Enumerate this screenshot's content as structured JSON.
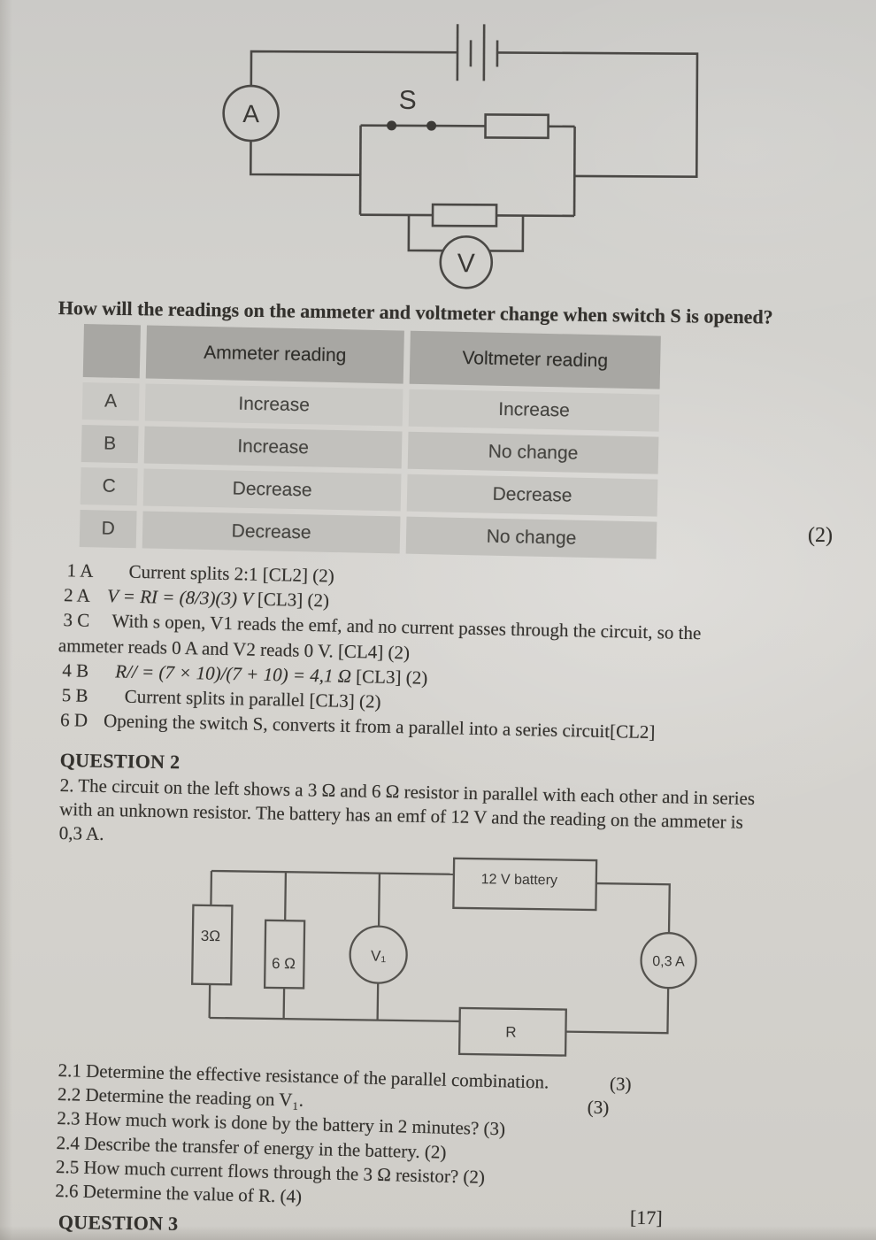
{
  "circuit1": {
    "ammeter_label": "A",
    "switch_label": "S",
    "voltmeter_label": "V"
  },
  "question_table": {
    "prompt": "How will the readings on the ammeter and voltmeter change when switch S is opened?",
    "mark": "(2)",
    "headers": [
      "",
      "Ammeter reading",
      "Voltmeter reading"
    ],
    "rows": [
      {
        "option": "A",
        "ammeter": "Increase",
        "voltmeter": "Increase"
      },
      {
        "option": "B",
        "ammeter": "Increase",
        "voltmeter": "No change"
      },
      {
        "option": "C",
        "ammeter": "Decrease",
        "voltmeter": "Decrease"
      },
      {
        "option": "D",
        "ammeter": "Decrease",
        "voltmeter": "No change"
      }
    ]
  },
  "answers": {
    "items": [
      {
        "num": "1 A",
        "text": "Current splits 2:1 [CL2] (2)"
      },
      {
        "num": "2 A",
        "math": "V = RI = (8/3)(3) V ",
        "rest": "[CL3] (2)"
      },
      {
        "num": "3 C",
        "text": "With s open, V1 reads the emf, and no current passes through the circuit, so the",
        "cont": "ammeter reads 0 A and V2 reads 0 V. [CL4] (2)"
      },
      {
        "num": "4 B",
        "math": "R// = (7 × 10)/(7 + 10) = 4,1 Ω ",
        "rest": "[CL3] (2)"
      },
      {
        "num": "5 B",
        "text": "Current splits in parallel [CL3] (2)"
      },
      {
        "num": "6 D",
        "text": "Opening the switch S, converts it from a parallel into a series circuit[CL2]"
      }
    ]
  },
  "question2": {
    "heading": "QUESTION 2",
    "intro_lines": [
      "2. The circuit on the left shows a 3 Ω and 6 Ω resistor in parallel with each other and in series",
      "with an unknown resistor. The battery has an emf of 12 V and the reading on the ammeter is",
      "0,3 A."
    ],
    "items": [
      {
        "text": "2.1 Determine the effective resistance of the parallel combination.",
        "mark": "(3)"
      },
      {
        "text": "2.2 Determine the reading on V₁.",
        "mark": "(3)"
      },
      {
        "text": "2.3 How much work is done by the battery in 2 minutes? (3)",
        "mark": ""
      },
      {
        "text": "2.4 Describe the transfer of energy in the battery. (2)",
        "mark": ""
      },
      {
        "text": "2.5 How much current flows through the 3 Ω resistor? (2)",
        "mark": ""
      },
      {
        "text": "2.6 Determine the value of R. (4)",
        "mark": ""
      }
    ]
  },
  "circuit2": {
    "battery_label": "12 V battery",
    "r3_label": "3Ω",
    "r6_label": "6 Ω",
    "v1_label": "V₁",
    "ammeter_label": "0,3 A",
    "r_label": "R"
  },
  "question3": {
    "heading": "QUESTION 3",
    "total": "[17]"
  }
}
